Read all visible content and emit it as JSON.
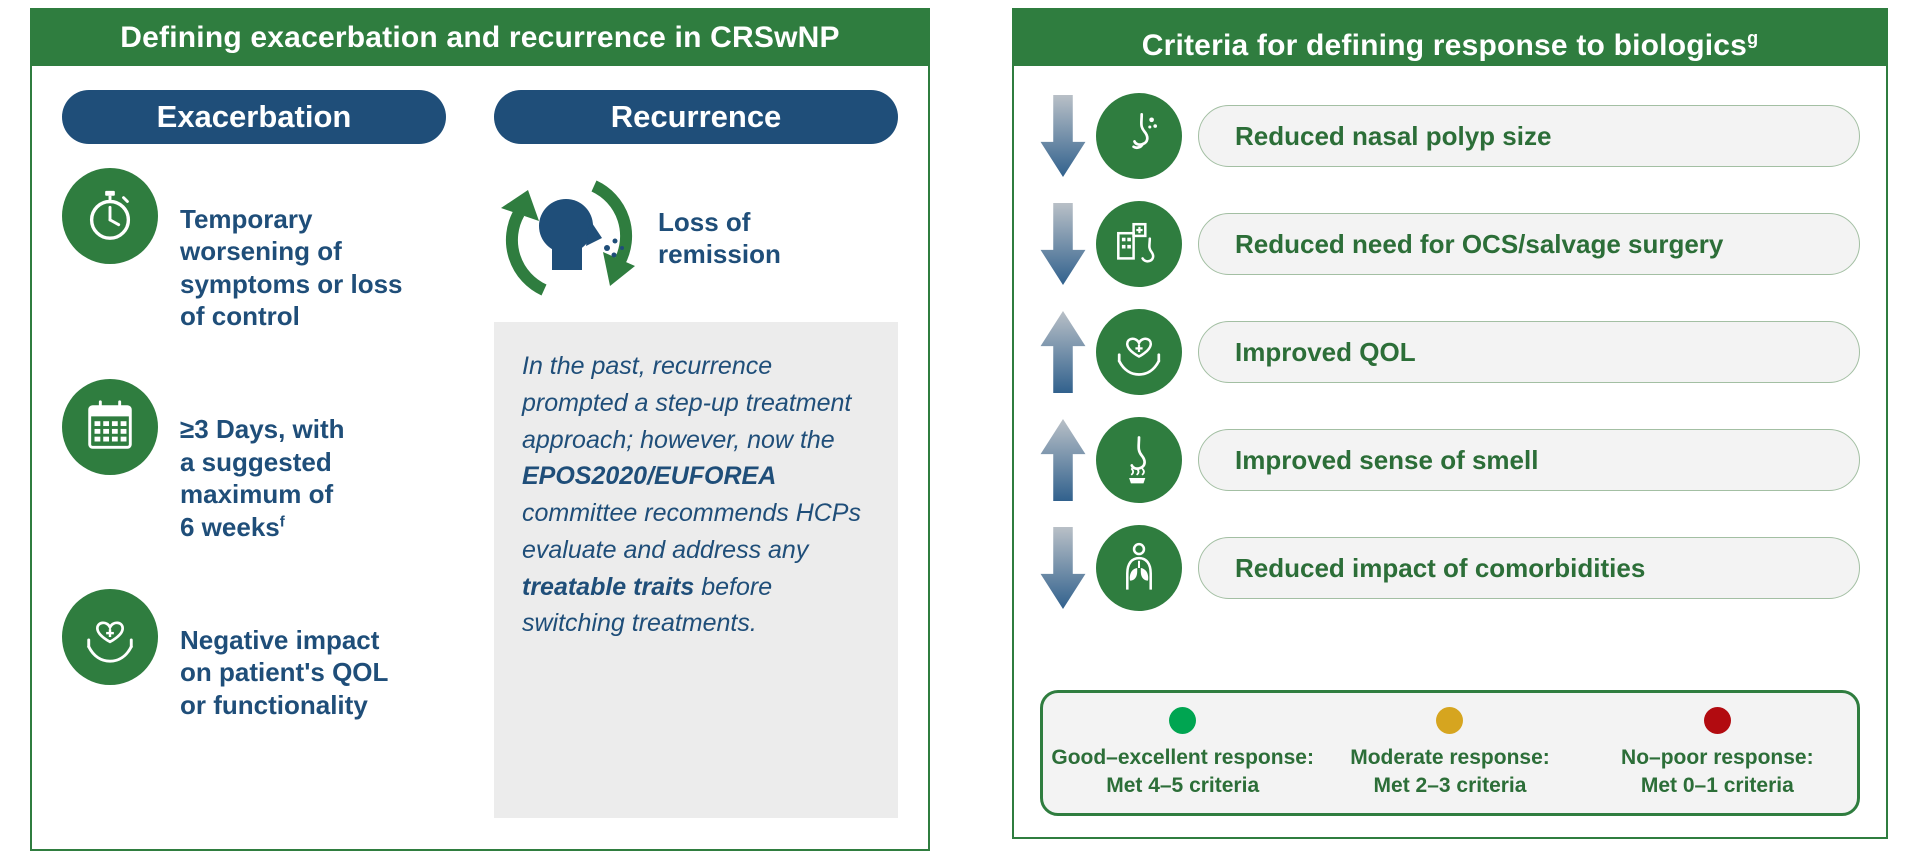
{
  "colors": {
    "panel_green": "#2f7d3f",
    "header_blue": "#1f4e79",
    "note_gray": "#ececec"
  },
  "left_panel": {
    "title": "Defining exacerbation and recurrence in CRSwNP",
    "exacerbation": {
      "header": "Exacerbation",
      "items": [
        {
          "icon": "stopwatch-icon",
          "text": "Temporary\nworsening of\nsymptoms or loss\nof control"
        },
        {
          "icon": "calendar-icon",
          "text": "≥3 Days, with\na suggested\nmaximum of\n6 weeks",
          "sup": "f"
        },
        {
          "icon": "hands-heart-icon",
          "text": "Negative impact\non patient's QOL\nor functionality"
        }
      ]
    },
    "recurrence": {
      "header": "Recurrence",
      "item": {
        "icon": "head-relapse-icon",
        "text": "Loss of\nremission"
      },
      "note_segments": [
        {
          "text": "In the past, recurrence prompted a step-up treatment approach; however, now the "
        },
        {
          "text": "EPOS2020/EUFOREA",
          "bold": true
        },
        {
          "text": " committee recommends HCPs evaluate and address any "
        },
        {
          "text": "treatable traits",
          "bold": true
        },
        {
          "text": " before switching treatments."
        }
      ]
    }
  },
  "right_panel": {
    "title": "Criteria for defining response to biologics",
    "title_sup": "g",
    "criteria": [
      {
        "direction": "down",
        "icon": "nasal-polyp-icon",
        "label": "Reduced nasal polyp size"
      },
      {
        "direction": "down",
        "icon": "ocs-surgery-icon",
        "label": "Reduced need for OCS/salvage surgery"
      },
      {
        "direction": "up",
        "icon": "qol-hands-heart-icon",
        "label": "Improved QOL"
      },
      {
        "direction": "up",
        "icon": "smell-icon",
        "label": "Improved sense of smell"
      },
      {
        "direction": "down",
        "icon": "comorbidities-icon",
        "label": "Reduced impact of comorbidities"
      }
    ],
    "legend": [
      {
        "dot_color": "#00a551",
        "label": "Good–excellent response:",
        "detail": "Met 4–5 criteria"
      },
      {
        "dot_color": "#d6a51f",
        "label": "Moderate response:",
        "detail": "Met 2–3 criteria"
      },
      {
        "dot_color": "#b20b10",
        "label": "No–poor response:",
        "detail": "Met 0–1 criteria"
      }
    ]
  }
}
